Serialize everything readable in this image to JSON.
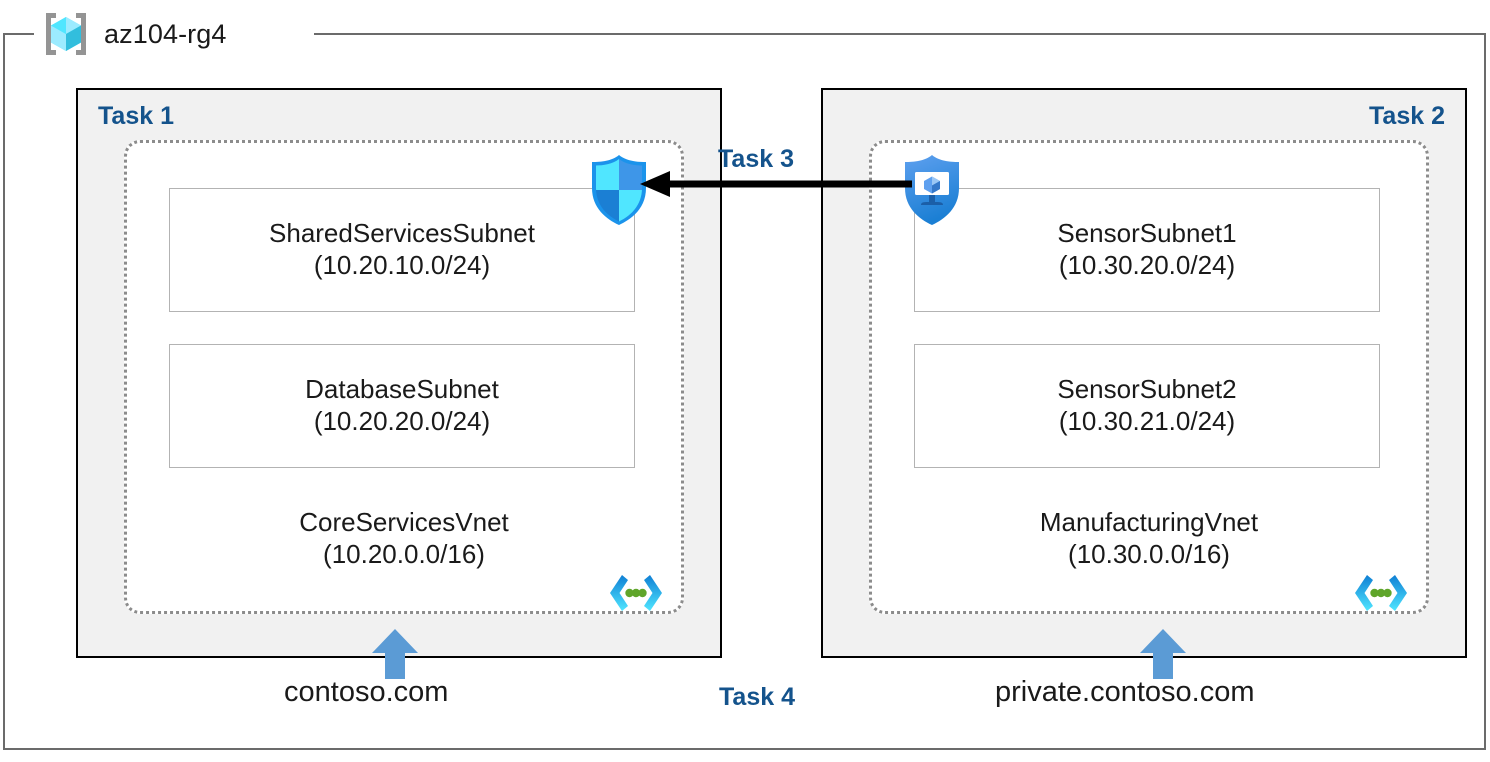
{
  "resource_group": {
    "name": "az104-rg4",
    "icon": "resource-group-cube-icon"
  },
  "panels": [
    {
      "task_label": "Task 1",
      "label_align": "left",
      "vnet": {
        "name": "CoreServicesVnet",
        "cidr": "(10.20.0.0/16)",
        "icon": "virtual-network-icon",
        "subnets": [
          {
            "name": "SharedServicesSubnet",
            "cidr": "(10.20.10.0/24)"
          },
          {
            "name": "DatabaseSubnet",
            "cidr": "(10.20.20.0/24)"
          }
        ]
      },
      "dns_zone": "contoso.com"
    },
    {
      "task_label": "Task 2",
      "label_align": "right",
      "vnet": {
        "name": "ManufacturingVnet",
        "cidr": "(10.30.0.0/16)",
        "icon": "virtual-network-icon",
        "subnets": [
          {
            "name": "SensorSubnet1",
            "cidr": "(10.30.20.0/24)"
          },
          {
            "name": "SensorSubnet2",
            "cidr": "(10.30.21.0/24)"
          }
        ]
      },
      "dns_zone": "private.contoso.com"
    }
  ],
  "connections": {
    "peering": {
      "task_label": "Task 3",
      "direction": "right-to-left",
      "source_icon": "bastion-shield-icon",
      "target_icon": "network-security-group-shield-icon"
    },
    "dns": {
      "task_label": "Task 4",
      "arrow_icon": "up-arrow-icon"
    }
  },
  "colors": {
    "task_label": "#14538c",
    "panel_fill": "#f1f1f1",
    "panel_border": "#000000",
    "vnet_border": "#8c8c8c",
    "subnet_border": "#b3b3b3",
    "frame_border": "#6b6b6b",
    "dns_arrow": "#5b9bd5",
    "cube_cyan": "#50e6ff",
    "cube_blue": "#32bedd",
    "bracket_gray": "#949494",
    "shield_cyan": "#50e6ff",
    "shield_blue": "#1b93eb",
    "vnet_dot_green": "#5fa52a",
    "peering_arrow": "#000000"
  }
}
